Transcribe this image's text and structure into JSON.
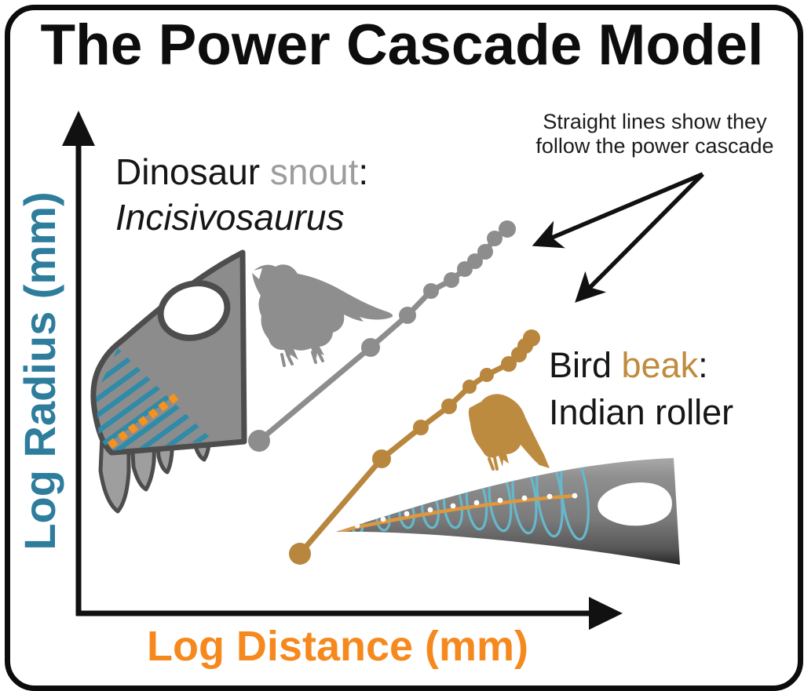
{
  "title": "The Power Cascade Model",
  "axes": {
    "y_label": "Log Radius (mm)",
    "x_label": "Log Distance (mm)"
  },
  "annotation": {
    "line1": "Straight lines show they",
    "line2": "follow the power cascade"
  },
  "colors": {
    "teal": "#2e7d9c",
    "orange": "#f6891e",
    "gray": "#8d8d8d",
    "gray_label": "#9d9d9d",
    "gold": "#b8863c",
    "gold_label": "#bf8b3d",
    "stripe_teal": "#2f8ba8",
    "ring_teal": "#66b8cc"
  },
  "series": [
    {
      "id": "dinosaur-snout",
      "label": {
        "black_part": "Dinosaur ",
        "colored_part": "snout",
        "suffix": ":",
        "line2": "Incisivosaurus"
      },
      "color": "#8d8d8d",
      "label_color": "#9d9d9d",
      "points": [
        [
          330,
          562,
          14
        ],
        [
          472,
          443,
          12
        ],
        [
          519,
          402,
          11
        ],
        [
          549,
          371,
          10
        ],
        [
          575,
          357,
          10
        ],
        [
          592,
          343,
          10
        ],
        [
          605,
          333,
          10
        ],
        [
          618,
          321,
          10
        ],
        [
          630,
          304,
          10
        ],
        [
          646,
          292,
          11
        ]
      ]
    },
    {
      "id": "bird-beak",
      "label": {
        "black_part": "Bird ",
        "colored_part": "beak",
        "suffix": ":",
        "line2": "Indian roller"
      },
      "color": "#b8863c",
      "label_color": "#bf8b3d",
      "points": [
        [
          382,
          706,
          14
        ],
        [
          486,
          585,
          12
        ],
        [
          536,
          545,
          10
        ],
        [
          572,
          518,
          10
        ],
        [
          598,
          493,
          9
        ],
        [
          620,
          478,
          9
        ],
        [
          648,
          464,
          10
        ],
        [
          661,
          452,
          10
        ],
        [
          669,
          441,
          10
        ],
        [
          677,
          431,
          11
        ]
      ]
    }
  ]
}
